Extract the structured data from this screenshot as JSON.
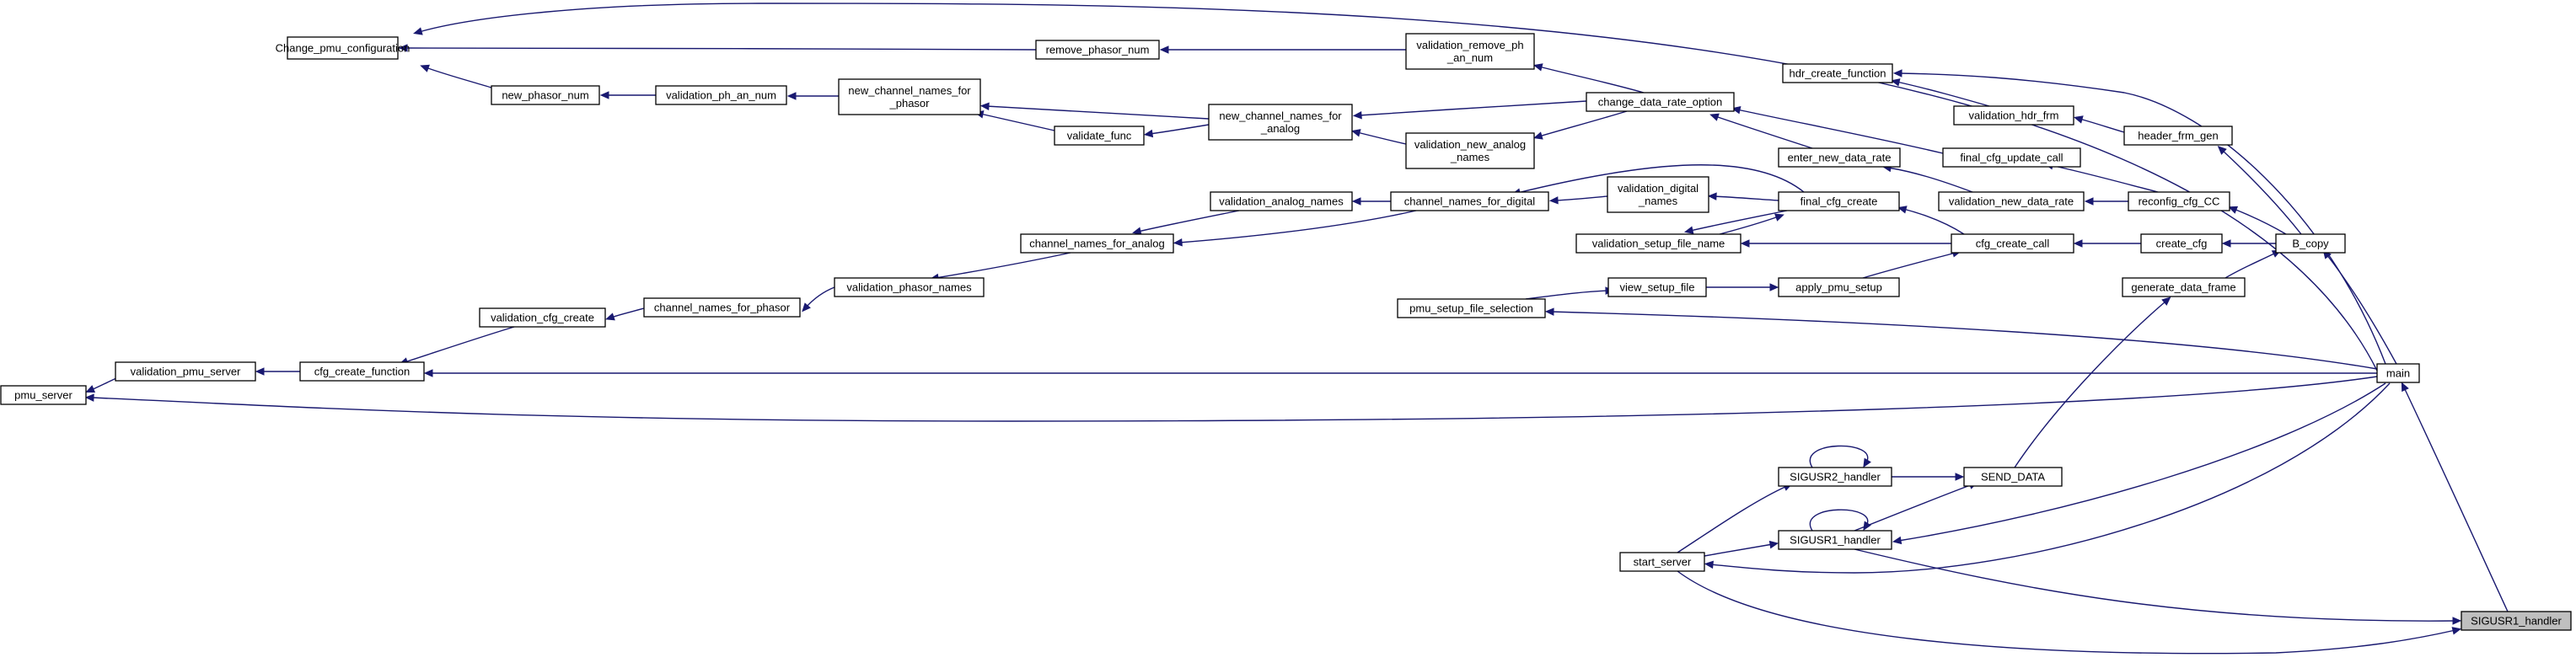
{
  "graph": {
    "focus_node": "SIGUSR1_handler",
    "colors": {
      "edge": "#191970",
      "node_border": "#000000",
      "node_fill": "#ffffff",
      "focus_fill": "#bfbfbf",
      "background": "#ffffff"
    },
    "nodes": [
      {
        "id": "Change_pmu_configuration",
        "lines": [
          "Change_pmu_configuration"
        ]
      },
      {
        "id": "remove_phasor_num",
        "lines": [
          "remove_phasor_num"
        ]
      },
      {
        "id": "validation_remove_ph_an_num",
        "lines": [
          "validation_remove_ph",
          "_an_num"
        ]
      },
      {
        "id": "hdr_create_function",
        "lines": [
          "hdr_create_function"
        ]
      },
      {
        "id": "validation_hdr_frm",
        "lines": [
          "validation_hdr_frm"
        ]
      },
      {
        "id": "header_frm_gen",
        "lines": [
          "header_frm_gen"
        ]
      },
      {
        "id": "new_phasor_num",
        "lines": [
          "new_phasor_num"
        ]
      },
      {
        "id": "validation_ph_an_num",
        "lines": [
          "validation_ph_an_num"
        ]
      },
      {
        "id": "new_channel_names_for_phasor",
        "lines": [
          "new_channel_names_for",
          "_phasor"
        ]
      },
      {
        "id": "validate_func",
        "lines": [
          "validate_func"
        ]
      },
      {
        "id": "new_channel_names_for_analog",
        "lines": [
          "new_channel_names_for",
          "_analog"
        ]
      },
      {
        "id": "validation_new_analog_names",
        "lines": [
          "validation_new_analog",
          "_names"
        ]
      },
      {
        "id": "change_data_rate_option",
        "lines": [
          "change_data_rate_option"
        ]
      },
      {
        "id": "enter_new_data_rate",
        "lines": [
          "enter_new_data_rate"
        ]
      },
      {
        "id": "final_cfg_update_call",
        "lines": [
          "final_cfg_update_call"
        ]
      },
      {
        "id": "validation_new_data_rate",
        "lines": [
          "validation_new_data_rate"
        ]
      },
      {
        "id": "reconfig_cfg_CC",
        "lines": [
          "reconfig_cfg_CC"
        ]
      },
      {
        "id": "validation_analog_names",
        "lines": [
          "validation_analog_names"
        ]
      },
      {
        "id": "channel_names_for_digital",
        "lines": [
          "channel_names_for_digital"
        ]
      },
      {
        "id": "validation_digital_names",
        "lines": [
          "validation_digital",
          "_names"
        ]
      },
      {
        "id": "final_cfg_create",
        "lines": [
          "final_cfg_create"
        ]
      },
      {
        "id": "channel_names_for_analog",
        "lines": [
          "channel_names_for_analog"
        ]
      },
      {
        "id": "validation_setup_file_name",
        "lines": [
          "validation_setup_file_name"
        ]
      },
      {
        "id": "cfg_create_call",
        "lines": [
          "cfg_create_call"
        ]
      },
      {
        "id": "create_cfg",
        "lines": [
          "create_cfg"
        ]
      },
      {
        "id": "B_copy",
        "lines": [
          "B_copy"
        ]
      },
      {
        "id": "validation_phasor_names",
        "lines": [
          "validation_phasor_names"
        ]
      },
      {
        "id": "validation_cfg_create",
        "lines": [
          "validation_cfg_create"
        ]
      },
      {
        "id": "channel_names_for_phasor",
        "lines": [
          "channel_names_for_phasor"
        ]
      },
      {
        "id": "view_setup_file",
        "lines": [
          "view_setup_file"
        ]
      },
      {
        "id": "apply_pmu_setup",
        "lines": [
          "apply_pmu_setup"
        ]
      },
      {
        "id": "generate_data_frame",
        "lines": [
          "generate_data_frame"
        ]
      },
      {
        "id": "pmu_setup_file_selection",
        "lines": [
          "pmu_setup_file_selection"
        ]
      },
      {
        "id": "validation_pmu_server",
        "lines": [
          "validation_pmu_server"
        ]
      },
      {
        "id": "cfg_create_function",
        "lines": [
          "cfg_create_function"
        ]
      },
      {
        "id": "pmu_server",
        "lines": [
          "pmu_server"
        ]
      },
      {
        "id": "main",
        "lines": [
          "main"
        ]
      },
      {
        "id": "SIGUSR2_handler",
        "lines": [
          "SIGUSR2_handler"
        ]
      },
      {
        "id": "SEND_DATA",
        "lines": [
          "SEND_DATA"
        ]
      },
      {
        "id": "SIGUSR1_handler_mid",
        "lines": [
          "SIGUSR1_handler"
        ]
      },
      {
        "id": "start_server",
        "lines": [
          "start_server"
        ]
      },
      {
        "id": "SIGUSR1_handler",
        "lines": [
          "SIGUSR1_handler"
        ]
      }
    ],
    "edges": [
      {
        "from": "main",
        "to": "Change_pmu_configuration"
      },
      {
        "from": "remove_phasor_num",
        "to": "Change_pmu_configuration"
      },
      {
        "from": "new_phasor_num",
        "to": "Change_pmu_configuration"
      },
      {
        "from": "validation_remove_ph_an_num",
        "to": "remove_phasor_num"
      },
      {
        "from": "change_data_rate_option",
        "to": "validation_remove_ph_an_num"
      },
      {
        "from": "validation_ph_an_num",
        "to": "new_phasor_num"
      },
      {
        "from": "new_channel_names_for_phasor",
        "to": "validation_ph_an_num"
      },
      {
        "from": "new_channel_names_for_analog",
        "to": "new_channel_names_for_phasor"
      },
      {
        "from": "validate_func",
        "to": "new_channel_names_for_phasor"
      },
      {
        "from": "new_channel_names_for_analog",
        "to": "validate_func"
      },
      {
        "from": "change_data_rate_option",
        "to": "new_channel_names_for_analog"
      },
      {
        "from": "validation_new_analog_names",
        "to": "new_channel_names_for_analog"
      },
      {
        "from": "change_data_rate_option",
        "to": "validation_new_analog_names"
      },
      {
        "from": "enter_new_data_rate",
        "to": "change_data_rate_option"
      },
      {
        "from": "final_cfg_update_call",
        "to": "change_data_rate_option"
      },
      {
        "from": "main",
        "to": "hdr_create_function"
      },
      {
        "from": "validation_hdr_frm",
        "to": "hdr_create_function"
      },
      {
        "from": "header_frm_gen",
        "to": "validation_hdr_frm"
      },
      {
        "from": "B_copy",
        "to": "header_frm_gen"
      },
      {
        "from": "validation_new_data_rate",
        "to": "enter_new_data_rate"
      },
      {
        "from": "reconfig_cfg_CC",
        "to": "final_cfg_update_call"
      },
      {
        "from": "reconfig_cfg_CC",
        "to": "validation_new_data_rate"
      },
      {
        "from": "B_copy",
        "to": "reconfig_cfg_CC"
      },
      {
        "from": "final_cfg_create",
        "to": "channel_names_for_digital"
      },
      {
        "from": "validation_digital_names",
        "to": "channel_names_for_digital"
      },
      {
        "from": "channel_names_for_digital",
        "to": "validation_analog_names"
      },
      {
        "from": "final_cfg_create",
        "to": "validation_digital_names"
      },
      {
        "from": "validation_analog_names",
        "to": "channel_names_for_analog"
      },
      {
        "from": "channel_names_for_digital",
        "to": "channel_names_for_analog"
      },
      {
        "from": "cfg_create_call",
        "to": "final_cfg_create"
      },
      {
        "from": "validation_setup_file_name",
        "to": "final_cfg_create"
      },
      {
        "from": "final_cfg_create",
        "to": "validation_setup_file_name"
      },
      {
        "from": "cfg_create_call",
        "to": "validation_setup_file_name"
      },
      {
        "from": "create_cfg",
        "to": "cfg_create_call"
      },
      {
        "from": "apply_pmu_setup",
        "to": "cfg_create_call"
      },
      {
        "from": "B_copy",
        "to": "create_cfg"
      },
      {
        "from": "main",
        "to": "B_copy"
      },
      {
        "from": "channel_names_for_analog",
        "to": "validation_phasor_names"
      },
      {
        "from": "validation_phasor_names",
        "to": "channel_names_for_phasor"
      },
      {
        "from": "channel_names_for_phasor",
        "to": "validation_cfg_create"
      },
      {
        "from": "validation_cfg_create",
        "to": "cfg_create_function"
      },
      {
        "from": "view_setup_file",
        "to": "apply_pmu_setup"
      },
      {
        "from": "pmu_setup_file_selection",
        "to": "view_setup_file"
      },
      {
        "from": "main",
        "to": "pmu_setup_file_selection"
      },
      {
        "from": "generate_data_frame",
        "to": "B_copy"
      },
      {
        "from": "SEND_DATA",
        "to": "generate_data_frame"
      },
      {
        "from": "cfg_create_function",
        "to": "validation_pmu_server"
      },
      {
        "from": "validation_pmu_server",
        "to": "pmu_server"
      },
      {
        "from": "main",
        "to": "cfg_create_function"
      },
      {
        "from": "main",
        "to": "pmu_server"
      },
      {
        "from": "SIGUSR1_handler",
        "to": "main"
      },
      {
        "from": "SIGUSR2_handler",
        "to": "SEND_DATA"
      },
      {
        "from": "SIGUSR1_handler_mid",
        "to": "SEND_DATA"
      },
      {
        "from": "SIGUSR2_handler",
        "to": "SIGUSR2_handler"
      },
      {
        "from": "SIGUSR1_handler_mid",
        "to": "SIGUSR1_handler_mid"
      },
      {
        "from": "start_server",
        "to": "SIGUSR2_handler"
      },
      {
        "from": "start_server",
        "to": "SIGUSR1_handler_mid"
      },
      {
        "from": "main",
        "to": "SIGUSR1_handler_mid"
      },
      {
        "from": "main",
        "to": "start_server"
      },
      {
        "from": "SIGUSR1_handler_mid",
        "to": "SIGUSR1_handler"
      },
      {
        "from": "start_server",
        "to": "SIGUSR1_handler"
      }
    ]
  }
}
